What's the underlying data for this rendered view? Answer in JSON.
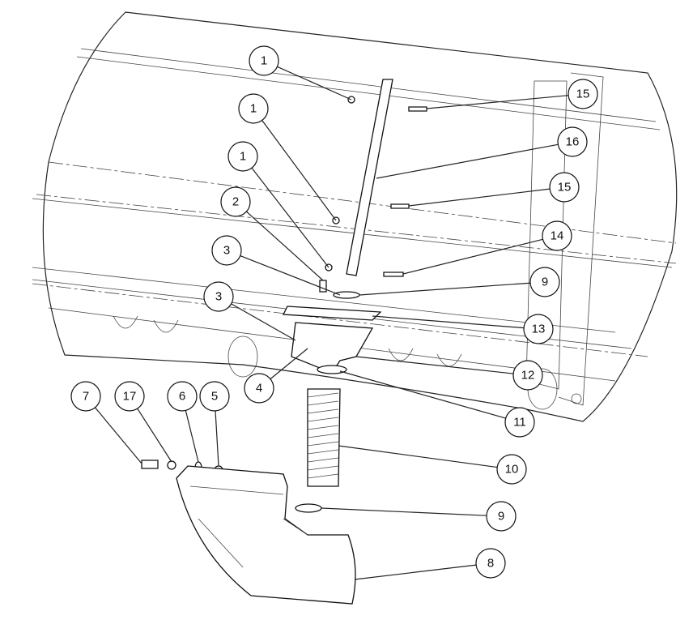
{
  "diagram": {
    "type": "exploded-parts-diagram",
    "callouts": [
      "1",
      "1",
      "1",
      "2",
      "3",
      "3",
      "4",
      "5",
      "6",
      "7",
      "17",
      "15",
      "16",
      "15",
      "14",
      "9",
      "13",
      "12",
      "11",
      "10",
      "9",
      "8"
    ]
  }
}
